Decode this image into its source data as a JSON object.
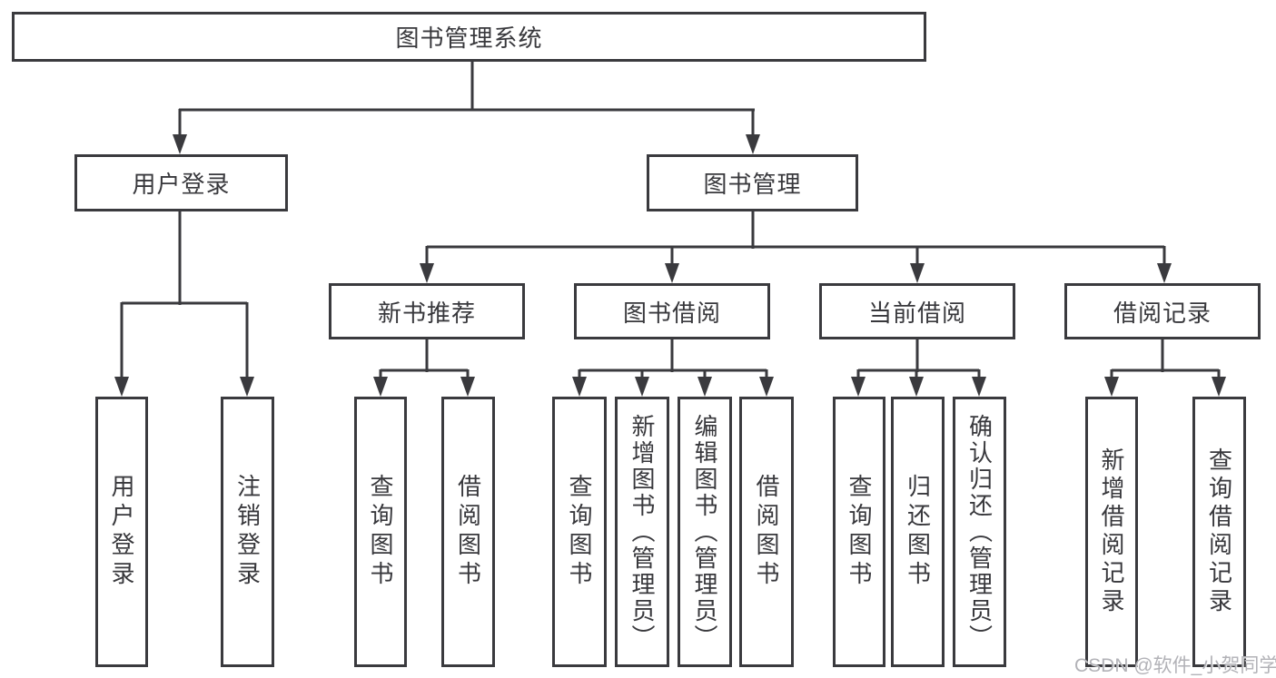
{
  "tree": {
    "root": "图书管理系统",
    "level2": [
      "用户登录",
      "图书管理"
    ],
    "level3": [
      "新书推荐",
      "图书借阅",
      "当前借阅",
      "借阅记录"
    ],
    "leaves": {
      "user_login": [
        "用户登录",
        "注销登录"
      ],
      "new_book_recommend": [
        "查询图书",
        "借阅图书"
      ],
      "book_borrow": [
        "查询图书",
        "新增图书（管理员）",
        "编辑图书（管理员）",
        "借阅图书"
      ],
      "current_borrow": [
        "查询图书",
        "归还图书",
        "确认归还（管理员）"
      ],
      "borrow_records": [
        "新增借阅记录",
        "查询借阅记录"
      ]
    }
  },
  "watermark": "CSDN @软件_小贺同学",
  "colors": {
    "line": "#3a3a3e",
    "text": "#38383c",
    "background": "#ffffff",
    "watermark": "#b2b2b7"
  }
}
